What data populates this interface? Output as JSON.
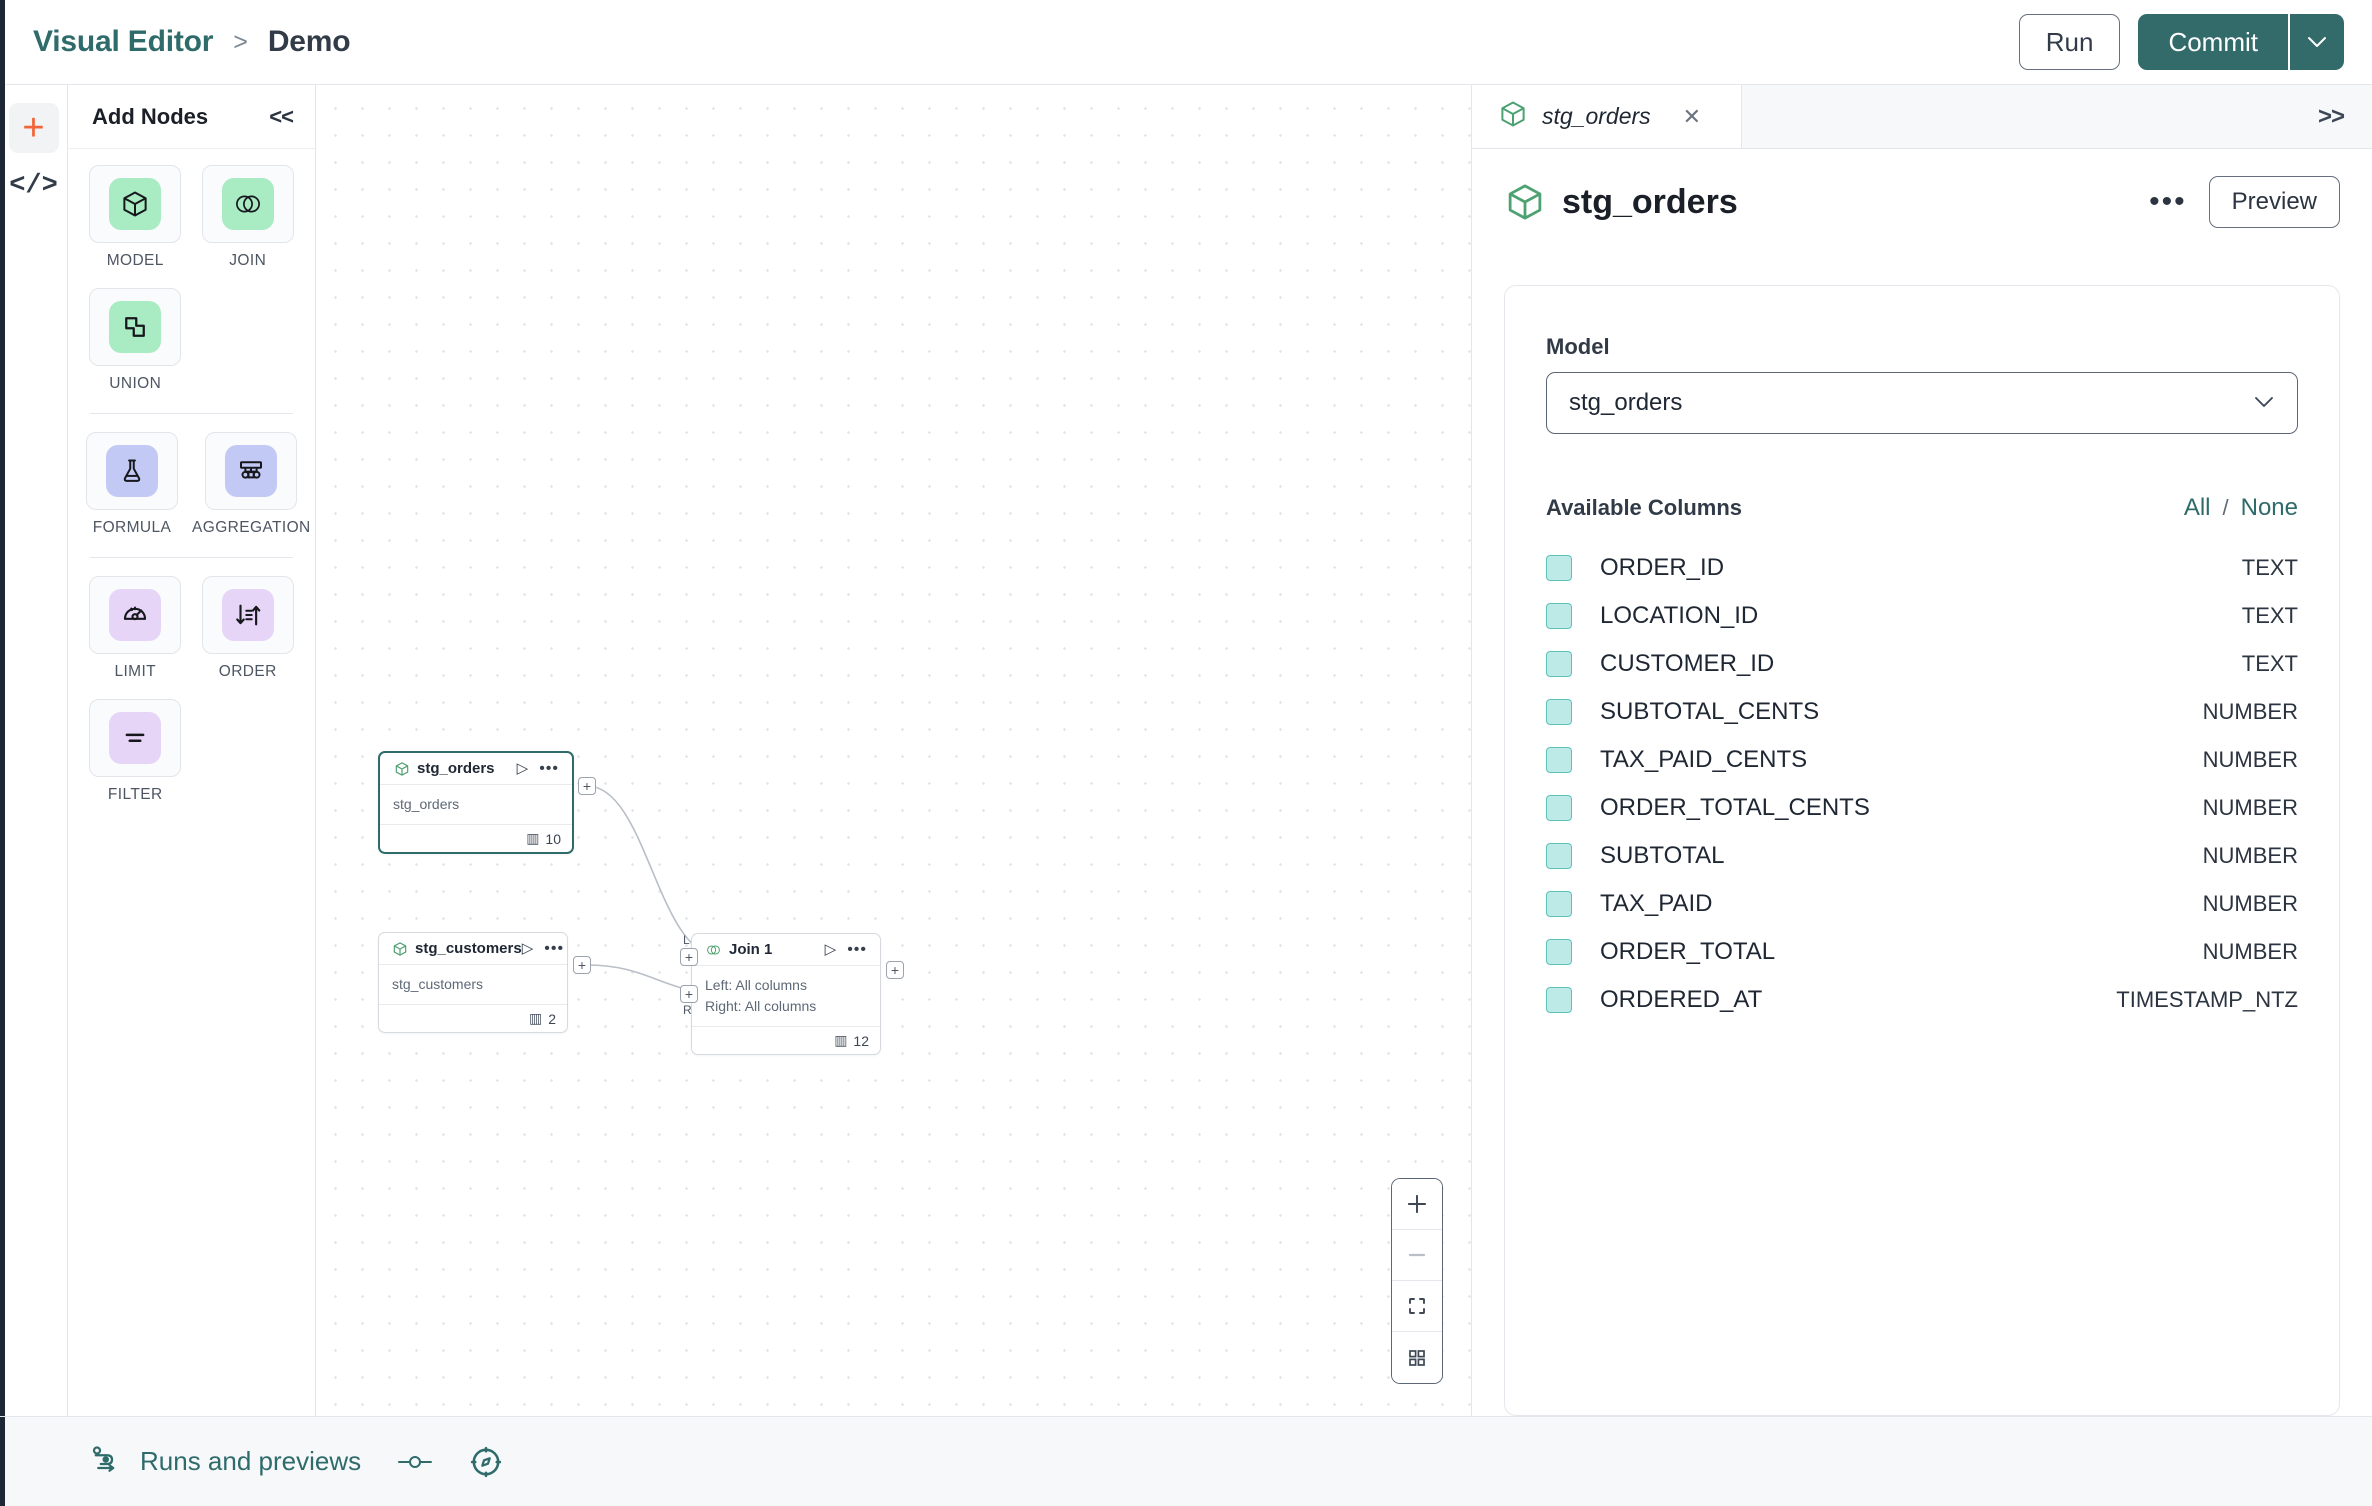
{
  "topbar": {
    "breadcrumb_root": "Visual Editor",
    "breadcrumb_sep": ">",
    "breadcrumb_current": "Demo",
    "run_label": "Run",
    "commit_label": "Commit",
    "caret_icon": "chevron-down-icon"
  },
  "rail": {
    "add_icon": "plus-icon",
    "code_icon": "code-brackets-icon",
    "code_glyph": "</>"
  },
  "add_nodes": {
    "title": "Add Nodes",
    "collapse_label": "<<",
    "groups": [
      {
        "items": [
          {
            "label": "MODEL",
            "icon": "cube-icon",
            "color": "green"
          },
          {
            "label": "JOIN",
            "icon": "venn-circles-icon",
            "color": "green"
          },
          {
            "label": "UNION",
            "icon": "union-shapes-icon",
            "color": "green"
          }
        ]
      },
      {
        "items": [
          {
            "label": "FORMULA",
            "icon": "flask-icon",
            "color": "blue"
          },
          {
            "label": "AGGREGATION",
            "icon": "hierarchy-icon",
            "color": "blue"
          }
        ]
      },
      {
        "items": [
          {
            "label": "LIMIT",
            "icon": "gauge-icon",
            "color": "purple"
          },
          {
            "label": "ORDER",
            "icon": "sort-icon",
            "color": "purple"
          },
          {
            "label": "FILTER",
            "icon": "filter-icon",
            "color": "purple"
          }
        ]
      }
    ]
  },
  "canvas": {
    "nodes": [
      {
        "id": "stg_orders",
        "title": "stg_orders",
        "icon": "cube-icon",
        "body_lines": [
          "stg_orders"
        ],
        "column_count": "10",
        "selected": true
      },
      {
        "id": "stg_customers",
        "title": "stg_customers",
        "icon": "cube-icon",
        "body_lines": [
          "stg_customers"
        ],
        "column_count": "2",
        "selected": false
      },
      {
        "id": "join_1",
        "title": "Join 1",
        "icon": "venn-circles-icon",
        "body_lines": [
          "Left: All columns",
          "Right: All columns"
        ],
        "column_count": "12",
        "selected": false
      }
    ],
    "handle_glyph": "+",
    "join_left_label": "L",
    "join_right_label": "R",
    "zoom_controls": [
      {
        "name": "zoom-in-button",
        "glyph": "+"
      },
      {
        "name": "zoom-out-button",
        "glyph": "−"
      },
      {
        "name": "fit-view-button",
        "glyph": "fit"
      },
      {
        "name": "minimap-toggle-button",
        "glyph": "grid"
      }
    ]
  },
  "inspector": {
    "tab_title": "stg_orders",
    "tab_icon": "cube-icon",
    "close_icon": "close-icon",
    "expand_label": ">>",
    "panel_title": "stg_orders",
    "panel_icon": "cube-icon",
    "more_icon": "ellipsis-icon",
    "preview_label": "Preview",
    "model_field_label": "Model",
    "model_value": "stg_orders",
    "model_caret": "chevron-down-icon",
    "columns_title": "Available Columns",
    "select_all_label": "All",
    "select_separator": "/",
    "select_none_label": "None",
    "columns": [
      {
        "name": "ORDER_ID",
        "type": "TEXT",
        "checked": true
      },
      {
        "name": "LOCATION_ID",
        "type": "TEXT",
        "checked": true
      },
      {
        "name": "CUSTOMER_ID",
        "type": "TEXT",
        "checked": true
      },
      {
        "name": "SUBTOTAL_CENTS",
        "type": "NUMBER",
        "checked": true
      },
      {
        "name": "TAX_PAID_CENTS",
        "type": "NUMBER",
        "checked": true
      },
      {
        "name": "ORDER_TOTAL_CENTS",
        "type": "NUMBER",
        "checked": true
      },
      {
        "name": "SUBTOTAL",
        "type": "NUMBER",
        "checked": true
      },
      {
        "name": "TAX_PAID",
        "type": "NUMBER",
        "checked": true
      },
      {
        "name": "ORDER_TOTAL",
        "type": "NUMBER",
        "checked": true
      },
      {
        "name": "ORDERED_AT",
        "type": "TIMESTAMP_NTZ",
        "checked": true
      }
    ]
  },
  "bottombar": {
    "runs_label": "Runs and previews",
    "runs_icon": "pipeline-icon",
    "toggle_icon": "toggle-icon",
    "compass_icon": "compass-icon"
  },
  "colors": {
    "accent_teal": "#336b6b",
    "accent_orange": "#f2653a",
    "chip_green": "#a9ebc3",
    "chip_blue": "#c3c9f5",
    "chip_purple": "#e6d5f7",
    "checkbox_fill": "#bdeae6",
    "checkbox_border": "#5bc3bb"
  }
}
